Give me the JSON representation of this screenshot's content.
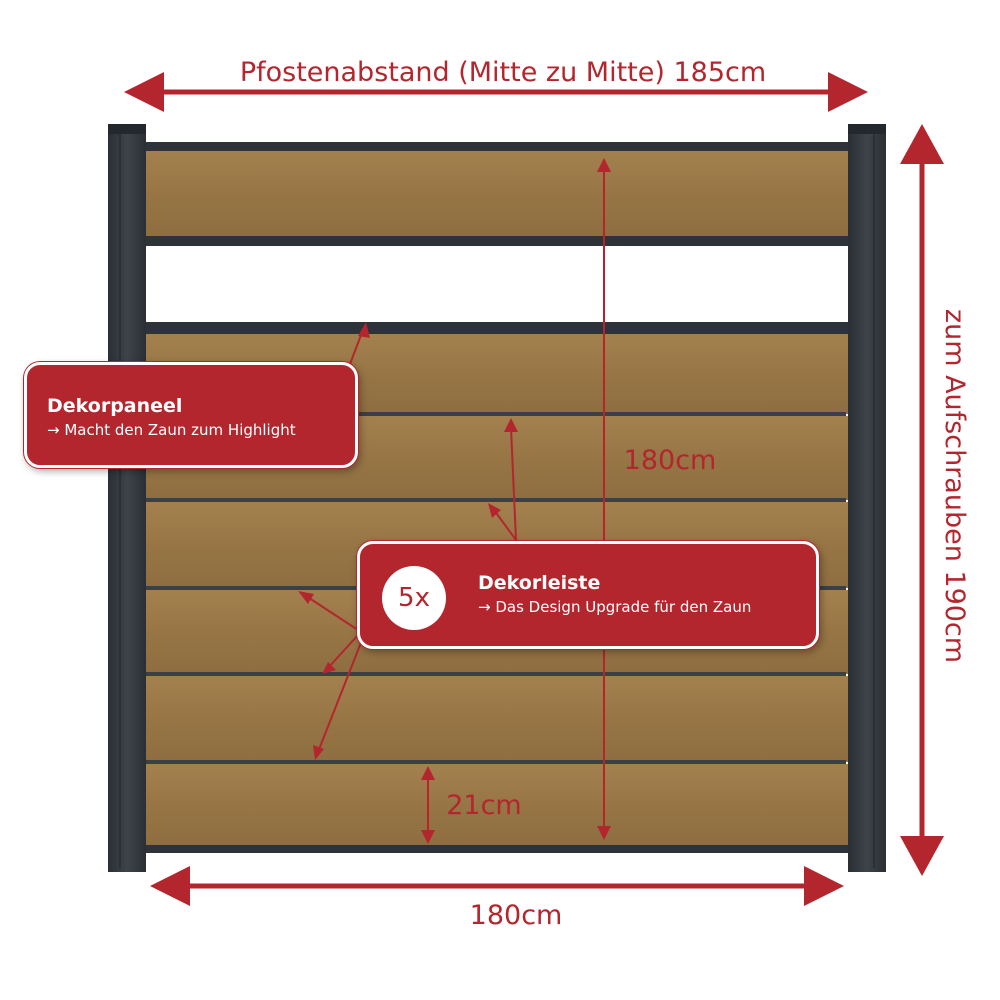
{
  "colors": {
    "accent": "#b3262e",
    "post": "#33393e",
    "wood": "#9b7a4a",
    "wood_dark": "#8a6a3d",
    "rail": "#2d3338"
  },
  "dimensions": {
    "post_spacing": "Pfostenabstand (Mitte zu Mitte) 185cm",
    "height_post": "zum Aufschrauben 190cm",
    "height_fence": "180cm",
    "width_fence": "180cm",
    "board_height": "21cm"
  },
  "callouts": {
    "panel": {
      "title": "Dekorpaneel",
      "subtitle": "→ Macht den Zaun zum Highlight"
    },
    "strips": {
      "count": "5x",
      "title": "Dekorleiste",
      "subtitle": "→ Das Design Upgrade für den Zaun"
    }
  }
}
